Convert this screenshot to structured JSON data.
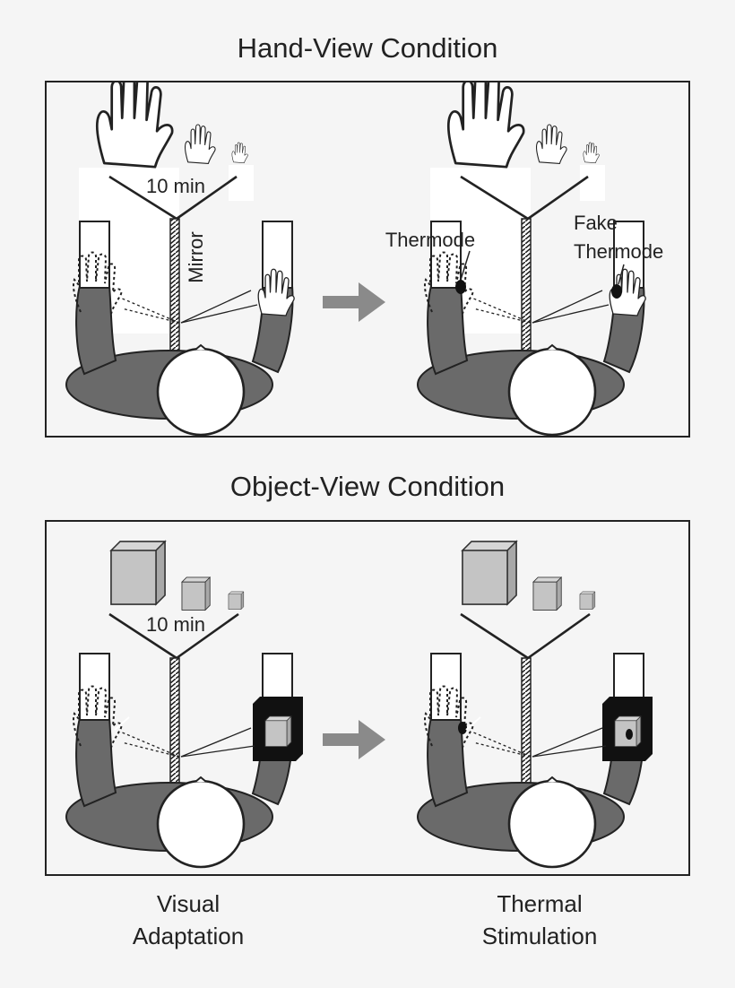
{
  "hand_view": {
    "title": "Hand-View Condition",
    "duration_label": "10 min",
    "mirror_label": "Mirror",
    "thermode_label": "Thermode",
    "fake_thermode_line1": "Fake",
    "fake_thermode_line2": "Thermode"
  },
  "object_view": {
    "title": "Object-View Condition",
    "duration_label": "10 min"
  },
  "captions": {
    "left_line1": "Visual",
    "left_line2": "Adaptation",
    "right_line1": "Thermal",
    "right_line2": "Stimulation"
  },
  "colors": {
    "background": "#f5f5f5",
    "arm_gray": "#6a6a6a",
    "arrow_gray": "#8a8a8a",
    "cube_gray": "#c4c4c4",
    "outline": "#222222"
  }
}
